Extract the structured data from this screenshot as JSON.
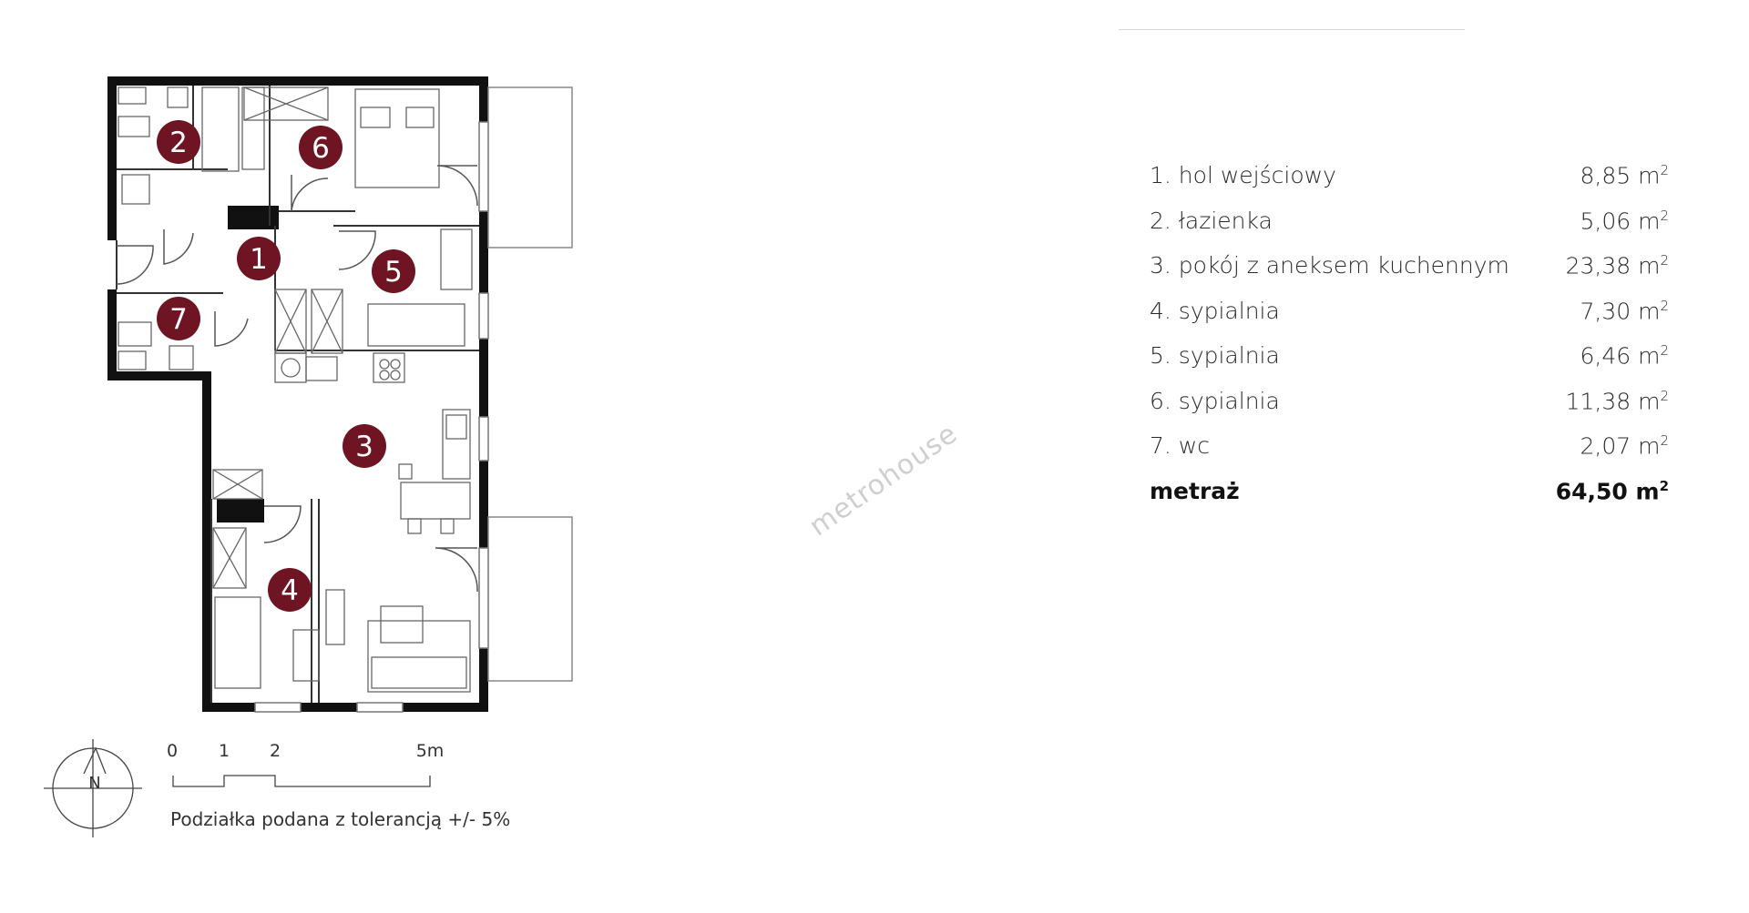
{
  "watermark": "metrohouse",
  "rooms": [
    {
      "number": "1",
      "name": "1. hol wejściowy",
      "area": "8,85"
    },
    {
      "number": "2",
      "name": "2. łazienka",
      "area": "5,06"
    },
    {
      "number": "3",
      "name": "3. pokój z aneksem kuchennym",
      "area": "23,38"
    },
    {
      "number": "4",
      "name": "4. sypialnia",
      "area": "7,30"
    },
    {
      "number": "5",
      "name": "5. sypialnia",
      "area": "6,46"
    },
    {
      "number": "6",
      "name": "6. sypialnia",
      "area": "11,38"
    },
    {
      "number": "7",
      "name": "7. wc",
      "area": "2,07"
    }
  ],
  "total": {
    "label": "metraż",
    "area": "64,50"
  },
  "unit": {
    "base": "m",
    "exp": "2"
  },
  "scale": {
    "ticks": [
      "0",
      "1",
      "2",
      "5m"
    ],
    "note": "Podziałka podana z tolerancją +/- 5%"
  },
  "compass": {
    "label": "N"
  },
  "colors": {
    "marker": "#6e1423",
    "wall": "#111111",
    "line": "#555555"
  }
}
